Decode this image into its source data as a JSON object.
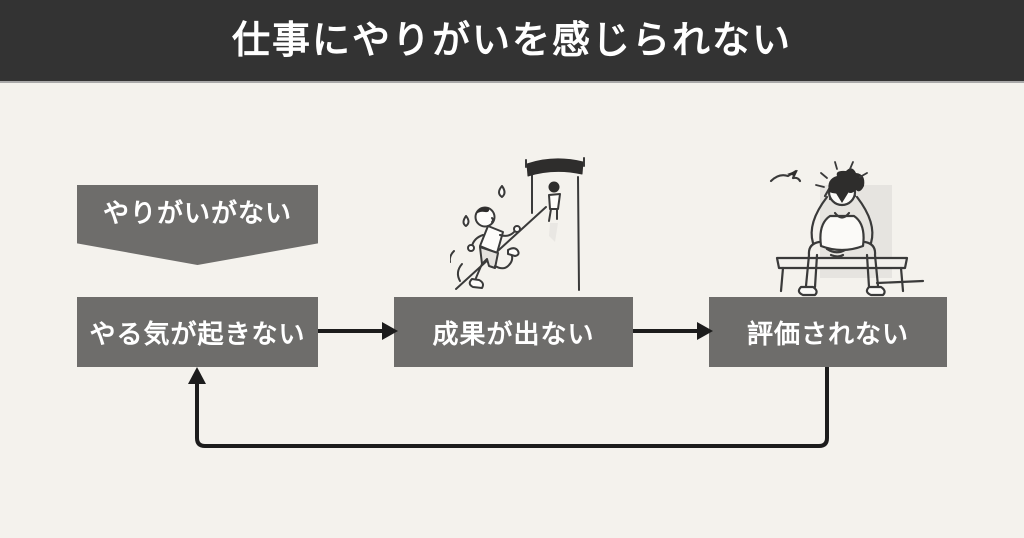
{
  "header": {
    "title": "仕事にやりがいを感じられない"
  },
  "callout": {
    "label": "やりがいがない"
  },
  "flow": {
    "boxes": [
      {
        "id": "no-motivation",
        "label": "やる気が起きない"
      },
      {
        "id": "no-results",
        "label": "成果が出ない"
      },
      {
        "id": "not-evaluated",
        "label": "評価されない"
      }
    ],
    "connections": [
      {
        "from": 0,
        "to": 1,
        "type": "arrow-right"
      },
      {
        "from": 1,
        "to": 2,
        "type": "arrow-right"
      },
      {
        "from": 2,
        "to": 0,
        "type": "feedback-loop-bottom"
      }
    ]
  },
  "illustrations": [
    {
      "name": "runner-chasing-goal-illustration"
    },
    {
      "name": "person-head-in-hands-illustration"
    }
  ],
  "colors": {
    "header_bg": "#333333",
    "page_bg": "#f4f2ed",
    "box_bg": "#6e6d6b",
    "box_text": "#ffffff",
    "arrow": "#1c1c1c"
  }
}
